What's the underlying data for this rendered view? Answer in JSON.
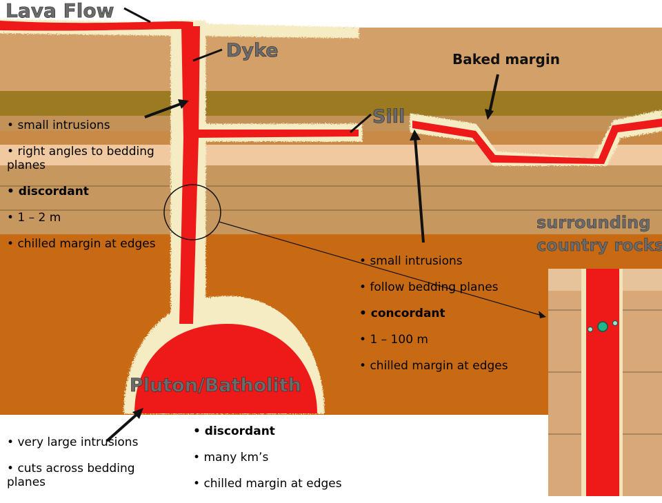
{
  "labels": {
    "lava_flow": "Lava Flow",
    "dyke": "Dyke",
    "sill": "Sill",
    "baked_margin": "Baked margin",
    "surrounding_line1": "surrounding",
    "surrounding_line2": "country rocks",
    "pluton": "Pluton/Batholith"
  },
  "dyke_notes": [
    "small intrusions",
    "right angles to bedding planes",
    "discordant",
    "1 – 2 m",
    "chilled margin at edges"
  ],
  "sill_notes": [
    "small intrusions",
    "follow bedding planes",
    "concordant",
    "1 – 100 m",
    "chilled margin at edges"
  ],
  "pluton_notes_left": [
    "very large intrusions",
    "cuts across bedding planes"
  ],
  "pluton_notes_right": [
    "discordant",
    "many km’s",
    "chilled margin at edges"
  ],
  "colors": {
    "magma": "#ee1a1a",
    "baked_zone": "#f5ecc4",
    "rock_dark_orange": "#c86a14",
    "rock_light": "#d8a878",
    "rock_olive": "#9c7a20",
    "rock_brown": "#c98f52",
    "white": "#ffffff"
  }
}
